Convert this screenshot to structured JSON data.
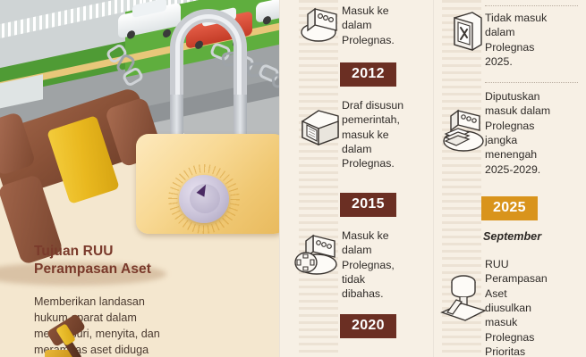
{
  "meta": {
    "language": "id",
    "topic": "Timeline RUU Perampasan Aset",
    "colors": {
      "badge_maroon": "#6b2f23",
      "badge_orange": "#d9941c",
      "left_panel_bg": "#f4e7cf",
      "column_bg": "#f7f0e5",
      "title_text": "#7a3a2b",
      "body_text": "#2f2b28",
      "stripe": "#ece2d4"
    }
  },
  "left_panel": {
    "illustration": {
      "scene_icon": "isometric-city-street-icon",
      "gavel_icon": "gavel-icon",
      "padlock_icon": "combination-padlock-icon",
      "chain_icon": "chain-icon",
      "car_icons": [
        "white-car-icon",
        "red-car-icon"
      ]
    },
    "title_line1": "Tujuan RUU",
    "title_line2": "Perampasan Aset",
    "body_line1": "Memberikan landasan",
    "body_line2": "hukum aparat dalam",
    "body_line3": "menelusuri, menyita, dan",
    "body_line4": "merampas aset diduga",
    "small_gavel_icon": "gavel-icon"
  },
  "timeline": {
    "middle_column": [
      {
        "kind": "text",
        "icon": "document-stamp-icon",
        "lines": [
          "Masuk ke",
          "dalam",
          "Prolegnas."
        ]
      },
      {
        "kind": "year",
        "year": "2012",
        "badge_color": "maroon"
      },
      {
        "kind": "text",
        "icon": "folder-documents-icon",
        "lines": [
          "Draf disusun",
          "pemerintah,",
          "masuk ke",
          "dalam",
          "Prolegnas."
        ]
      },
      {
        "kind": "year",
        "year": "2015",
        "badge_color": "maroon"
      },
      {
        "kind": "text",
        "icon": "document-seal-icon",
        "lines": [
          "Masuk ke",
          "dalam",
          "Prolegnas,",
          "tidak",
          "dibahas."
        ]
      },
      {
        "kind": "year",
        "year": "2020",
        "badge_color": "maroon"
      }
    ],
    "right_column": [
      {
        "kind": "text",
        "icon": "document-rejected-icon",
        "lines": [
          "Tidak masuk",
          "dalam",
          "Prolegnas",
          "2025."
        ]
      },
      {
        "kind": "text",
        "icon": "document-money-icon",
        "lines": [
          "Diputuskan",
          "masuk dalam",
          "Prolegnas",
          "jangka",
          "menengah",
          "2025-2029."
        ]
      },
      {
        "kind": "year",
        "year": "2025",
        "badge_color": "orange"
      },
      {
        "kind": "month",
        "month": "September"
      },
      {
        "kind": "text",
        "icon": "rubber-stamp-icon",
        "lines": [
          "RUU",
          "Perampasan",
          "Aset",
          "diusulkan",
          "masuk",
          "Prolegnas",
          "Prioritas"
        ]
      }
    ]
  }
}
